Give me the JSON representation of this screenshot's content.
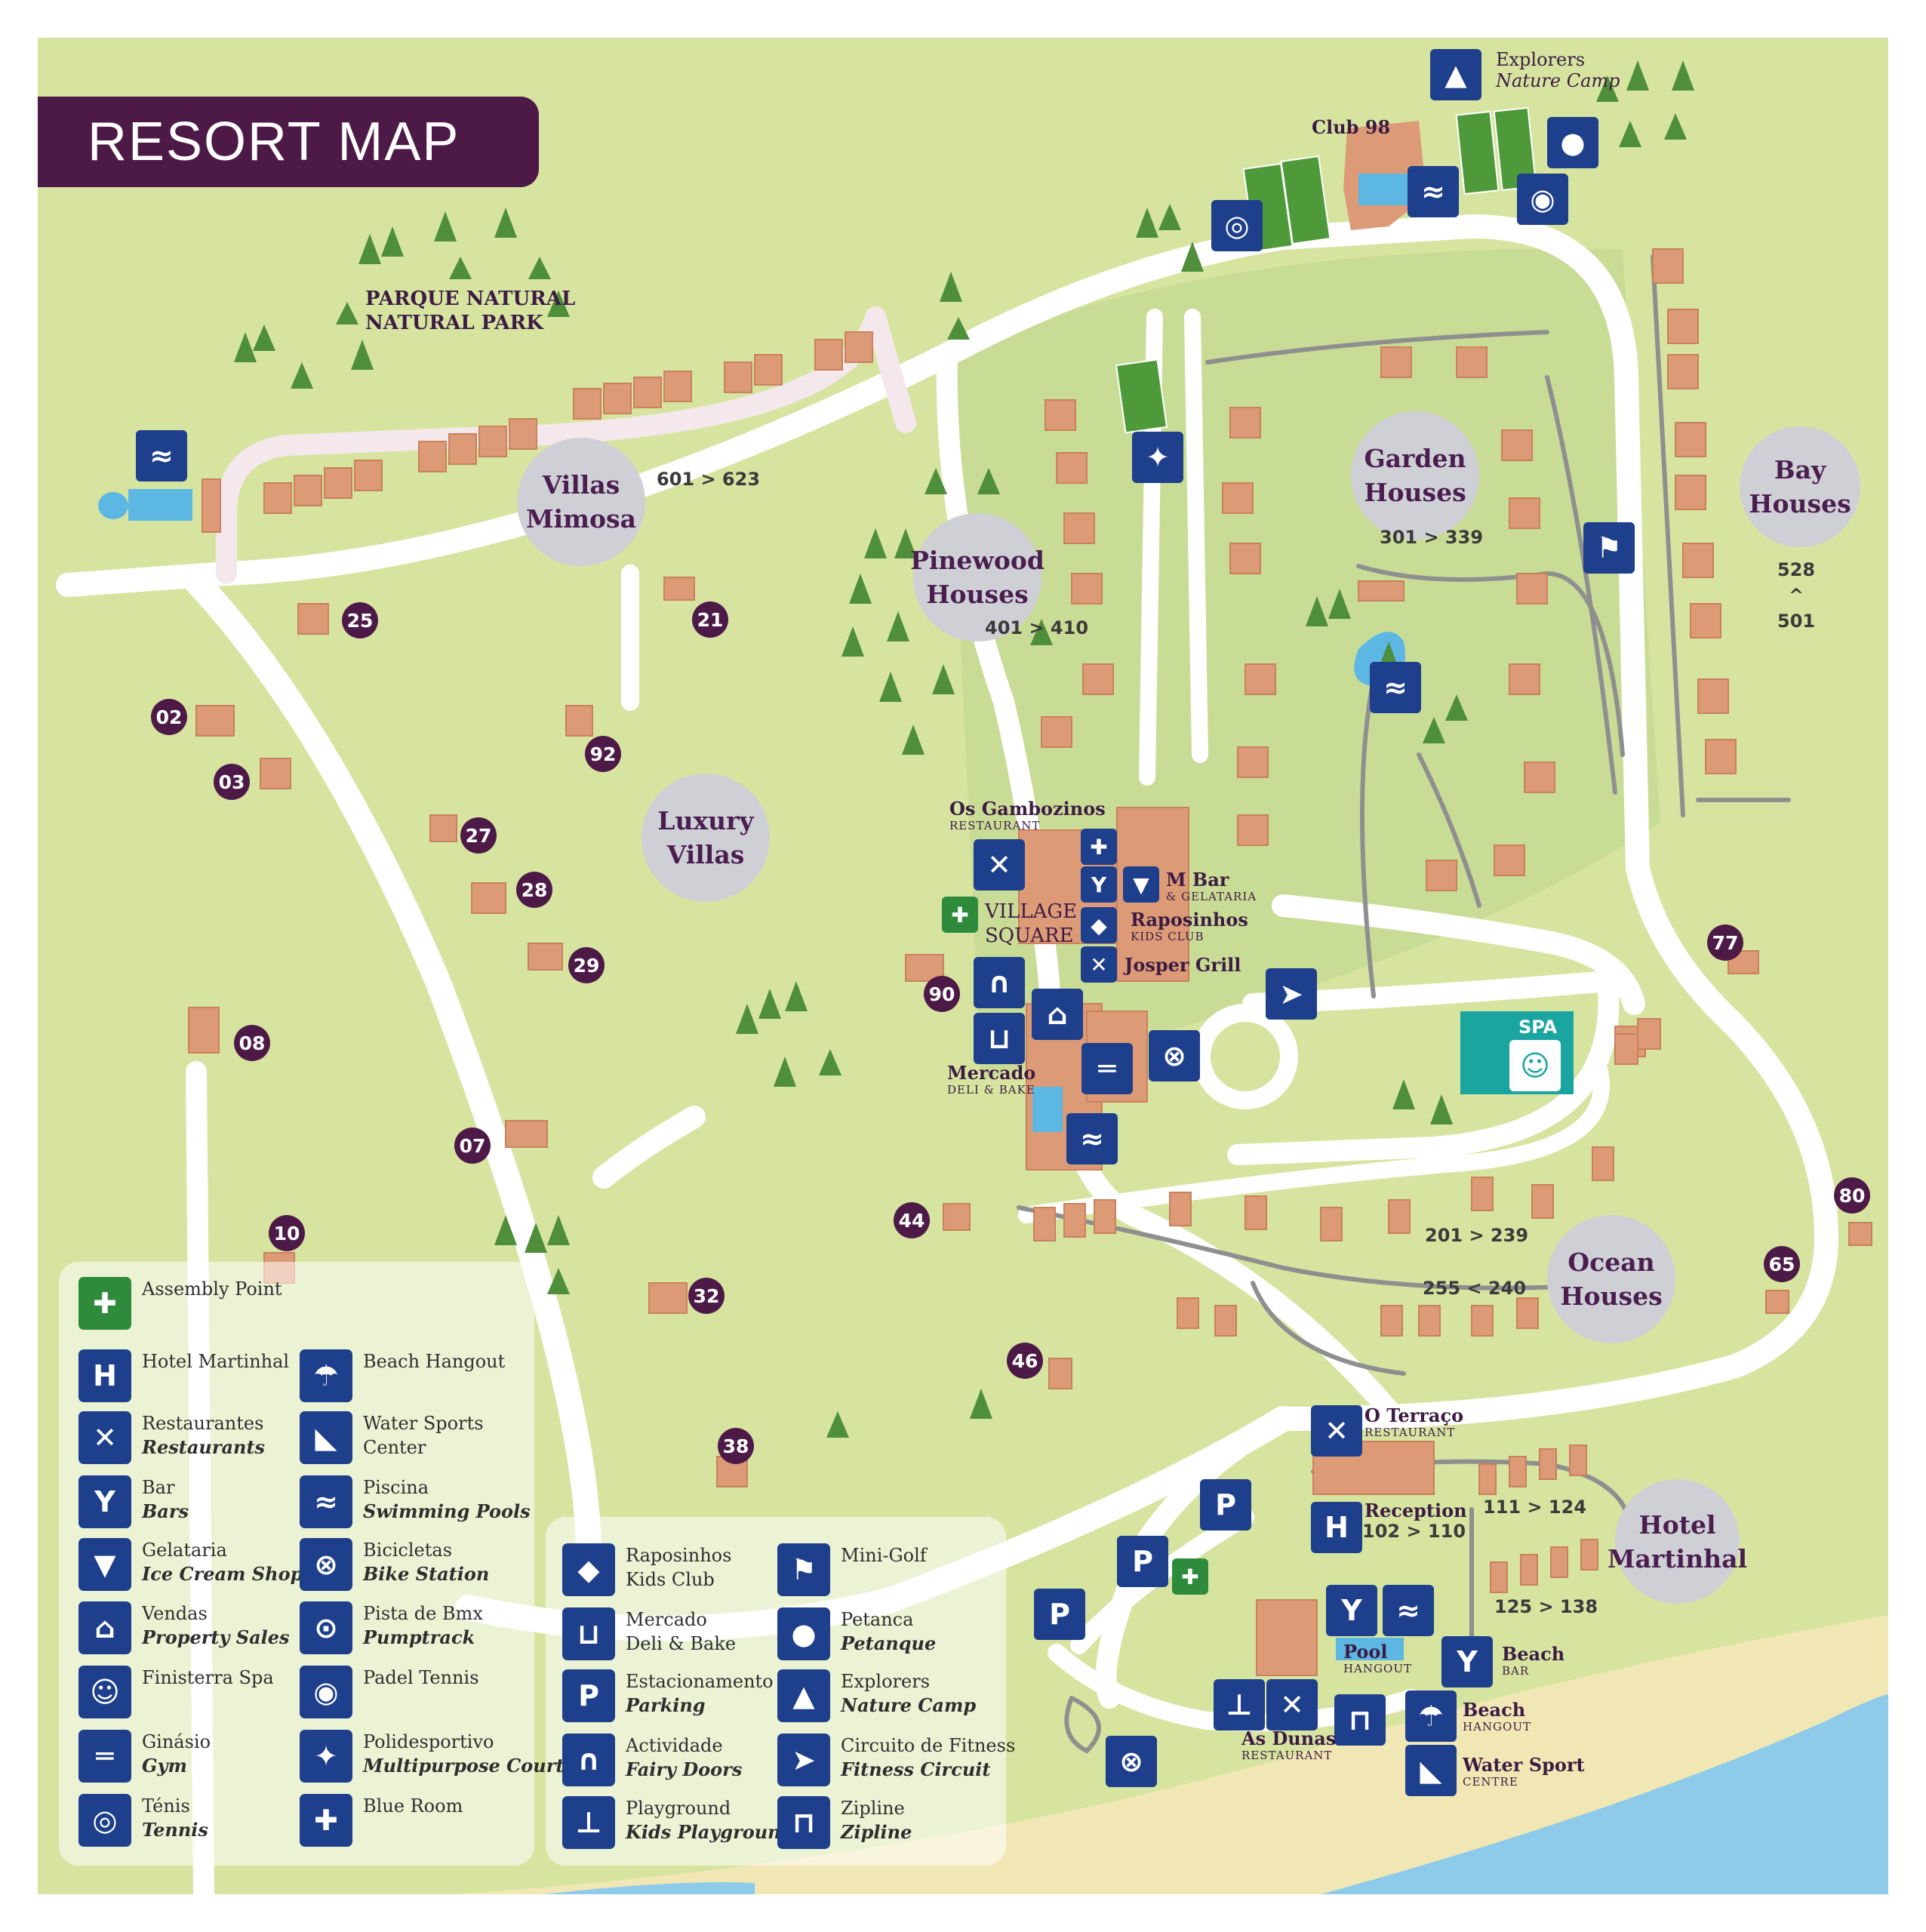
{
  "title": "RESORT MAP",
  "park": {
    "line1": "PARQUE NATURAL",
    "line2": "NATURAL PARK"
  },
  "colors": {
    "grass": "#d6e4a0",
    "road": "#ffffff",
    "building": "#dd9a76",
    "brand": "#4d1a48",
    "icon_blue": "#1e3f8c",
    "icon_green": "#2e8b3c",
    "sea": "#8ecbea",
    "sand": "#f1e7b4",
    "spa": "#1aa5a0",
    "court": "#4e9a3a"
  },
  "zones": [
    {
      "label": "Villas\nMimosa"
    },
    {
      "label": "Pinewood\nHouses"
    },
    {
      "label": "Garden\nHouses"
    },
    {
      "label": "Bay\nHouses"
    },
    {
      "label": "Luxury\nVillas"
    },
    {
      "label": "Ocean\nHouses"
    },
    {
      "label": "Hotel\nMartinhal"
    }
  ],
  "ranges": [
    "601 > 623",
    "401 > 410",
    "301 > 339",
    "528\n^\n501",
    "201 > 239",
    "255 < 240",
    "111 > 124",
    "125 > 138",
    "102 > 110"
  ],
  "villa_numbers": [
    "25",
    "21",
    "02",
    "92",
    "03",
    "27",
    "28",
    "29",
    "08",
    "07",
    "10",
    "90",
    "44",
    "32",
    "46",
    "38",
    "77",
    "80",
    "65"
  ],
  "places": {
    "club98": "Club 98",
    "explorers": {
      "name": "Explorers",
      "sub": "Nature Camp"
    },
    "gambozinos": {
      "name": "Os Gambozinos",
      "sub": "RESTAURANT"
    },
    "village_square": {
      "line1": "VILLAGE",
      "line2": "SQUARE"
    },
    "mbar": {
      "name": "M Bar",
      "sub": "& GELATARIA"
    },
    "raposinhos": {
      "name": "Raposinhos",
      "sub": "KIDS CLUB"
    },
    "josper": "Josper Grill",
    "mercado": {
      "name": "Mercado",
      "sub": "DELI & BAKE"
    },
    "spa": "SPA",
    "oterraco": {
      "name": "O Terraço",
      "sub": "RESTAURANT"
    },
    "reception": "Reception",
    "pool": {
      "name": "Pool",
      "sub": "HANGOUT"
    },
    "beachbar": {
      "name": "Beach",
      "sub": "BAR"
    },
    "beachhangout": {
      "name": "Beach",
      "sub": "HANGOUT"
    },
    "asdunas": {
      "name": "As Dunas",
      "sub": "RESTAURANT"
    },
    "watersport": {
      "name": "Water Sport",
      "sub": "CENTRE"
    }
  },
  "legend_left": [
    {
      "icon": "assembly-icon",
      "label": "Assembly Point",
      "sub": ""
    },
    {
      "icon": "hotel-icon",
      "label": "Hotel Martinhal",
      "sub": ""
    },
    {
      "icon": "restaurant-icon",
      "label": "Restaurantes",
      "sub": "Restaurants"
    },
    {
      "icon": "bar-icon",
      "label": "Bar",
      "sub": "Bars"
    },
    {
      "icon": "ice-cream-icon",
      "label": "Gelataria",
      "sub": "Ice Cream Shop"
    },
    {
      "icon": "house-icon",
      "label": "Vendas",
      "sub": "Property Sales"
    },
    {
      "icon": "spa-icon",
      "label": "Finisterra Spa",
      "sub": ""
    },
    {
      "icon": "gym-icon",
      "label": "Ginásio",
      "sub": "Gym"
    },
    {
      "icon": "tennis-icon",
      "label": "Ténis",
      "sub": "Tennis"
    }
  ],
  "legend_mid": [
    {
      "icon": "beach-hangout-icon",
      "label": "Beach Hangout",
      "sub": ""
    },
    {
      "icon": "water-sports-icon",
      "label": "Water Sports",
      "label2": "Center",
      "sub": ""
    },
    {
      "icon": "pool-icon",
      "label": "Piscina",
      "sub": "Swimming Pools"
    },
    {
      "icon": "bike-icon",
      "label": "Bicicletas",
      "sub": "Bike Station"
    },
    {
      "icon": "bmx-icon",
      "label": "Pista de Bmx",
      "sub": "Pumptrack"
    },
    {
      "icon": "padel-icon",
      "label": "Padel Tennis",
      "sub": ""
    },
    {
      "icon": "multipurpose-icon",
      "label": "Polidesportivo",
      "sub": "Multipurpose Court"
    },
    {
      "icon": "gamepad-icon",
      "label": "Blue Room",
      "sub": ""
    }
  ],
  "legend_b1": [
    {
      "icon": "fox-icon",
      "label": "Raposinhos",
      "label2": "Kids Club",
      "sub": ""
    },
    {
      "icon": "cart-icon",
      "label": "Mercado",
      "label2": "Deli & Bake",
      "sub": ""
    },
    {
      "icon": "parking-icon",
      "label": "Estacionamento",
      "sub": "Parking"
    },
    {
      "icon": "fairy-door-icon",
      "label": "Actividade",
      "sub": "Fairy Doors"
    },
    {
      "icon": "playground-icon",
      "label": "Playground",
      "sub": "Kids Playground"
    }
  ],
  "legend_b2": [
    {
      "icon": "minigolf-icon",
      "label": "Mini-Golf",
      "sub": ""
    },
    {
      "icon": "petanque-icon",
      "label": "Petanca",
      "sub": "Petanque"
    },
    {
      "icon": "camp-icon",
      "label": "Explorers",
      "sub": "Nature Camp"
    },
    {
      "icon": "runner-icon",
      "label": "Circuito de Fitness",
      "sub": "Fitness Circuit"
    },
    {
      "icon": "zipline-icon",
      "label": "Zipline",
      "sub": "Zipline"
    }
  ],
  "glyphs": {
    "P": "P",
    "H": "H"
  }
}
